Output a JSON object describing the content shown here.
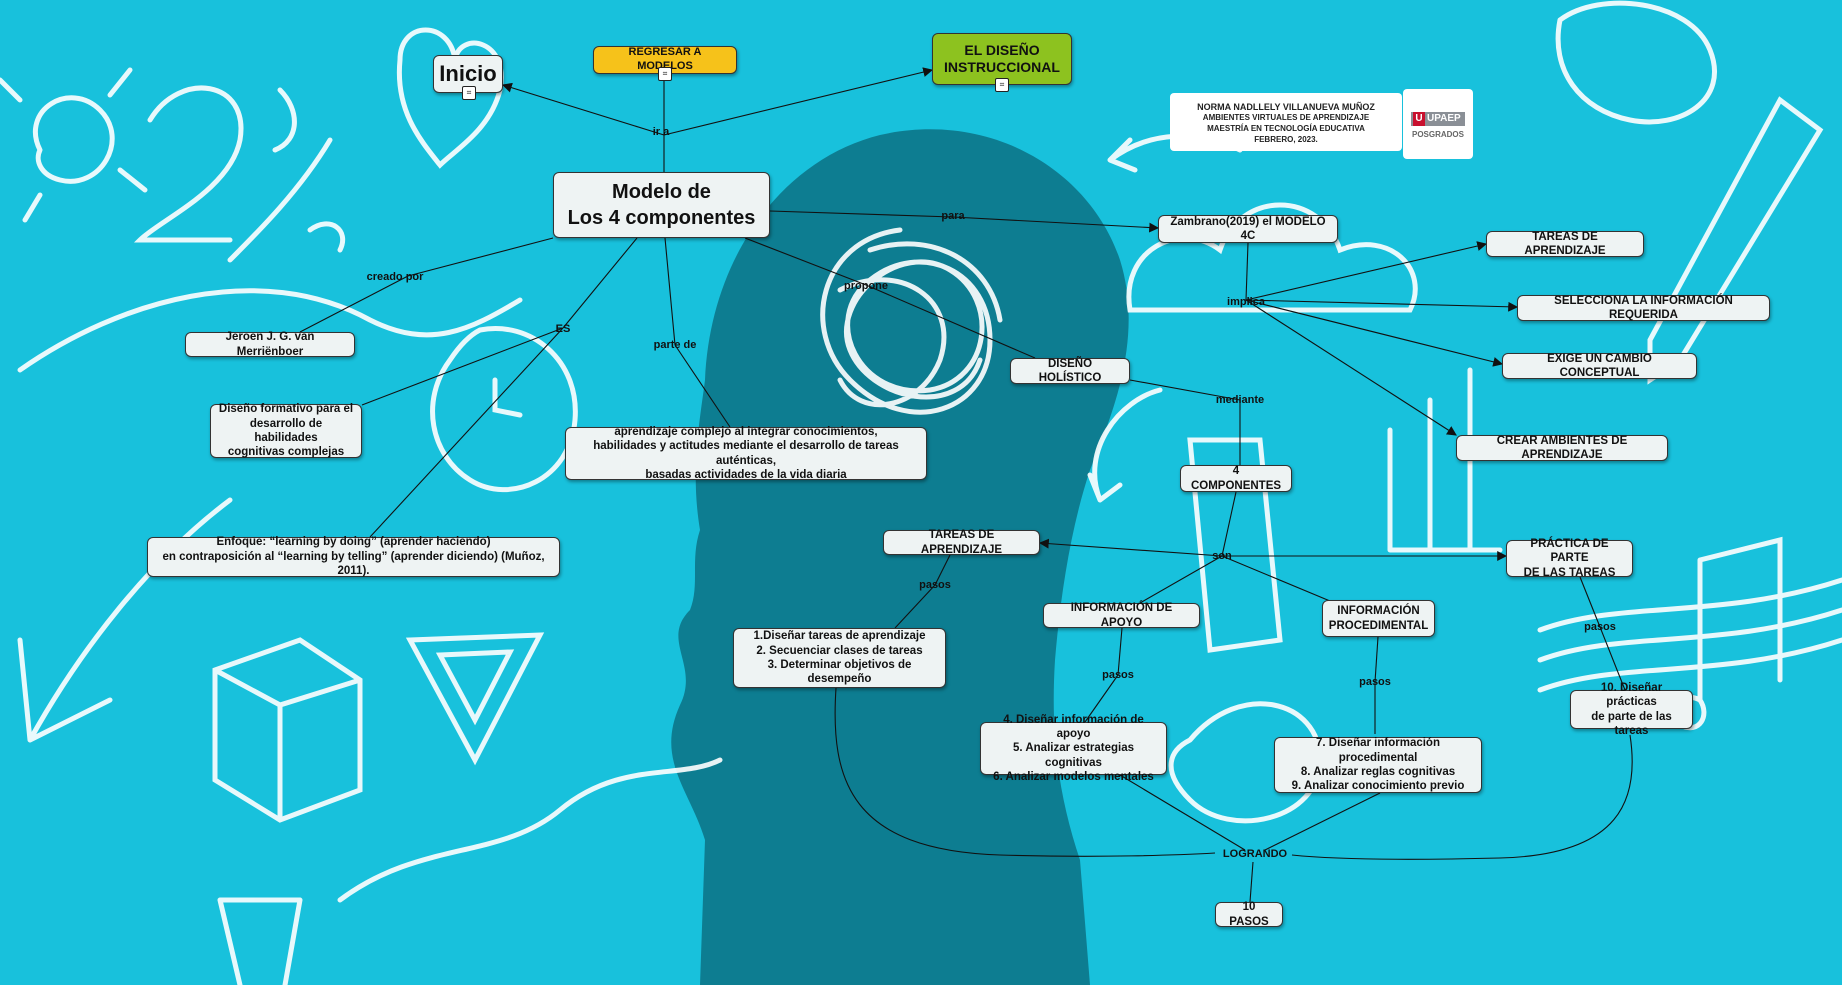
{
  "colors": {
    "background": "#18c1dc",
    "silhouette": "#0d7d91",
    "node_fill": "#eef3f3",
    "yellow_node": "#f6c21a",
    "green_node": "#8dc21f",
    "doodle": "#ffffff"
  },
  "nodes": {
    "inicio": "Inicio",
    "regresar": "REGRESAR A MODELOS",
    "diseno_instruccional": "EL DISEÑO\nINSTRUCCIONAL",
    "modelo": "Modelo de\nLos 4 componentes",
    "zambrano": "Zambrano(2019) el MODELO 4C",
    "tareas_aprendizaje_top": "TAREAS DE APRENDIZAJE",
    "selecciona_info": "SELECCIONA LA INFORMACIÓN REQUERIDA",
    "exige_cambio": "EXIGE UN CAMBIO CONCEPTUAL",
    "crear_ambientes": "CREAR AMBIENTES DE APRENDIZAJE",
    "jeroen": "Jeroen J. G.  van Merriënboer",
    "diseno_formativo": "Diseño formativo para el\ndesarrollo de habilidades\ncognitivas complejas",
    "aprendizaje_complejo": "aprendizaje complejo al integrar conocimientos,\nhabilidades y actitudes mediante el desarrollo de tareas auténticas,\nbasadas actividades de la vida diaria",
    "diseno_holistico": "DISEÑO HOLÍSTICO",
    "cuatro_componentes": "4 COMPONENTES",
    "enfoque": "Enfoque: “learning by doing” (aprender haciendo)\nen contraposición al “learning by telling” (aprender diciendo) (Muñoz, 2011).",
    "tareas_aprendizaje": "TAREAS DE APRENDIZAJE",
    "practica_parte": "PRÁCTICA DE PARTE\nDE LAS TAREAS",
    "informacion_apoyo": "INFORMACIÓN DE APOYO",
    "informacion_procedimental": "INFORMACIÓN\nPROCEDIMENTAL",
    "pasos_tareas": "1.Diseñar tareas de aprendizaje\n2. Secuenciar clases de tareas\n3. Determinar objetivos de desempeño",
    "pasos_apoyo": "4. Diseñar información de apoyo\n5. Analizar estrategias cognitivas\n6. Analizar modelos mentales",
    "pasos_procedimental": "7. Diseñar información procedimental\n8. Analizar reglas cognitivas\n9. Analizar conocimiento previo",
    "pasos_practica": "10. Diseñar prácticas\nde parte de las tareas",
    "diez_pasos": "10 PASOS"
  },
  "link_labels": {
    "ira": "ir a",
    "creado_por": "creado por",
    "es": "ES",
    "parte_de": "parte de",
    "propone": "propone",
    "para": "para",
    "implica": "implica",
    "mediante": "mediante",
    "son": "son",
    "pasos_1": "pasos",
    "pasos_2": "pasos",
    "pasos_3": "pasos",
    "pasos_4": "pasos",
    "logrando": "LOGRANDO"
  },
  "credits": {
    "name": "NORMA NADLLELY VILLANUEVA MUÑOZ",
    "line1": "AMBIENTES VIRTUALES DE APRENDIZAJE",
    "line2": "MAESTRÍA EN TECNOLOGÍA EDUCATIVA",
    "line3": "FEBRERO, 2023."
  },
  "logo": {
    "brand": "UPAEP",
    "mark": "U",
    "sub": "POSGRADOS"
  },
  "icons": {
    "resource": "map-link-icon"
  }
}
